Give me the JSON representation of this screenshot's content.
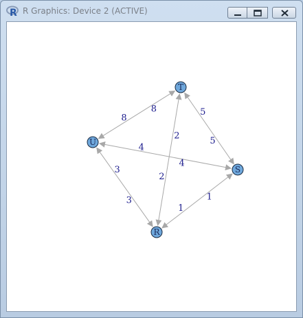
{
  "window": {
    "title": "R Graphics: Device 2 (ACTIVE)",
    "app_icon": "r-logo-icon",
    "controls": [
      {
        "name": "minimize-button",
        "icon": "minimize-icon"
      },
      {
        "name": "maximize-button",
        "icon": "maximize-icon"
      },
      {
        "name": "close-button",
        "icon": "close-icon"
      }
    ]
  },
  "graph": {
    "node_fill": "#6fa8dc",
    "node_stroke": "#1a2a40",
    "edge_color": "#a8a8a8",
    "label_color": "#1a1a8c",
    "nodes": [
      "T",
      "U",
      "S",
      "R"
    ],
    "edges": [
      {
        "from": "T",
        "to": "U",
        "label": "8",
        "arrows": "both",
        "label_a": "8",
        "label_b": "8"
      },
      {
        "from": "T",
        "to": "S",
        "label": "5",
        "arrows": "both",
        "label_a": "5",
        "label_b": "5"
      },
      {
        "from": "U",
        "to": "S",
        "label": "4",
        "arrows": "both",
        "label_a": "4",
        "label_b": "4"
      },
      {
        "from": "T",
        "to": "R",
        "label": "2",
        "arrows": "both",
        "label_a": "2",
        "label_b": "2"
      },
      {
        "from": "U",
        "to": "R",
        "label": "3",
        "arrows": "both",
        "label_a": "3",
        "label_b": "3"
      },
      {
        "from": "R",
        "to": "S",
        "label": "1",
        "arrows": "both",
        "label_a": "1",
        "label_b": "1"
      }
    ]
  }
}
